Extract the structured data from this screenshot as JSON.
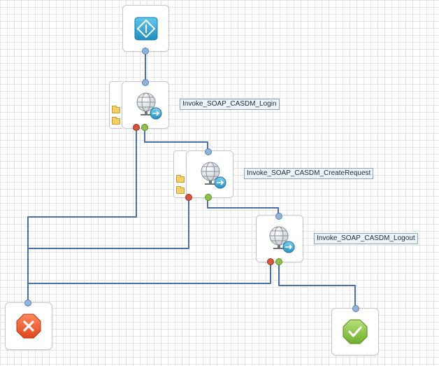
{
  "workflow": {
    "steps": [
      {
        "name": "Invoke_SOAP_CASDM_Login"
      },
      {
        "name": "Invoke_SOAP_CASDM_CreateRequest"
      },
      {
        "name": "Invoke_SOAP_CASDM_Logout"
      }
    ],
    "icons": {
      "start": "start-diamond-icon",
      "soap": "globe-invoke-icon",
      "error": "error-octagon-icon",
      "success": "success-check-icon"
    }
  }
}
